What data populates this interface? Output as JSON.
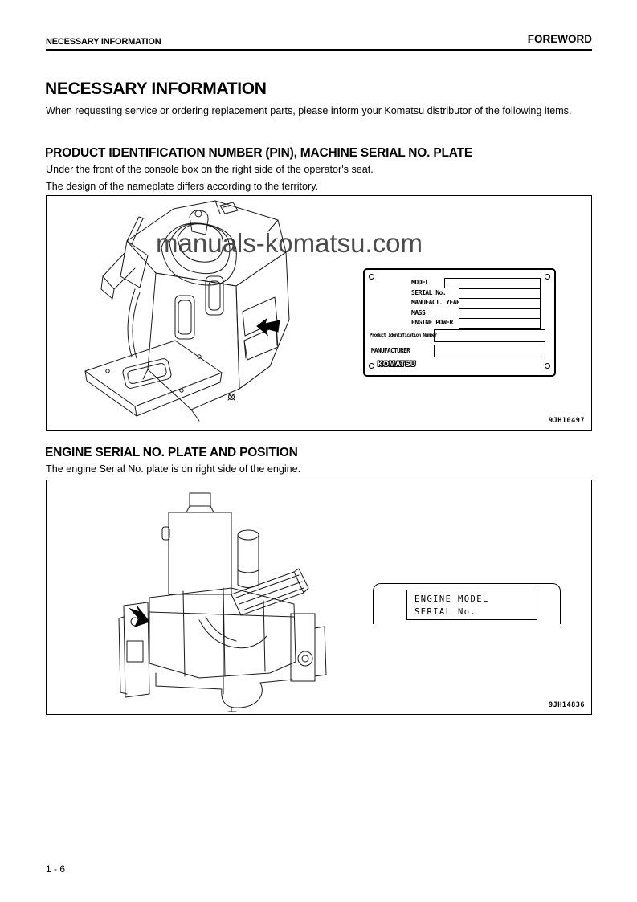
{
  "header": {
    "left": "NECESSARY INFORMATION",
    "right": "FOREWORD"
  },
  "page": {
    "title": "NECESSARY INFORMATION",
    "intro": "When requesting service or ordering replacement parts, please inform your Komatsu distributor of the following items.",
    "footer_page_number": "1 - 6"
  },
  "section_pin": {
    "heading": "PRODUCT IDENTIFICATION NUMBER (PIN), MACHINE SERIAL NO. PLATE",
    "line1": "Under the front of the console box on the right side of the operator's seat.",
    "line2": "The design of the nameplate differs according to the territory.",
    "figure": {
      "watermark": "manuals-komatsu.com",
      "code": "9JH10497",
      "nameplate": {
        "rows": [
          {
            "label": "MODEL"
          },
          {
            "label": "SERIAL No."
          },
          {
            "label": "MANUFACT. YEAR"
          },
          {
            "label": "MASS"
          },
          {
            "label": "ENGINE POWER"
          }
        ],
        "pin_label": "Product Identification Number",
        "manufacturer_label": "MANUFACTURER",
        "logo": "KOMATSU"
      }
    }
  },
  "section_engine": {
    "heading": "ENGINE SERIAL NO. PLATE AND POSITION",
    "line1": "The engine Serial No. plate is on right side of the engine.",
    "figure": {
      "code": "9JH14836",
      "plate": {
        "line1": "ENGINE MODEL",
        "line2": "SERIAL No."
      }
    }
  },
  "colors": {
    "ink": "#000000",
    "background": "#ffffff",
    "watermark": "#2d2d2d"
  }
}
